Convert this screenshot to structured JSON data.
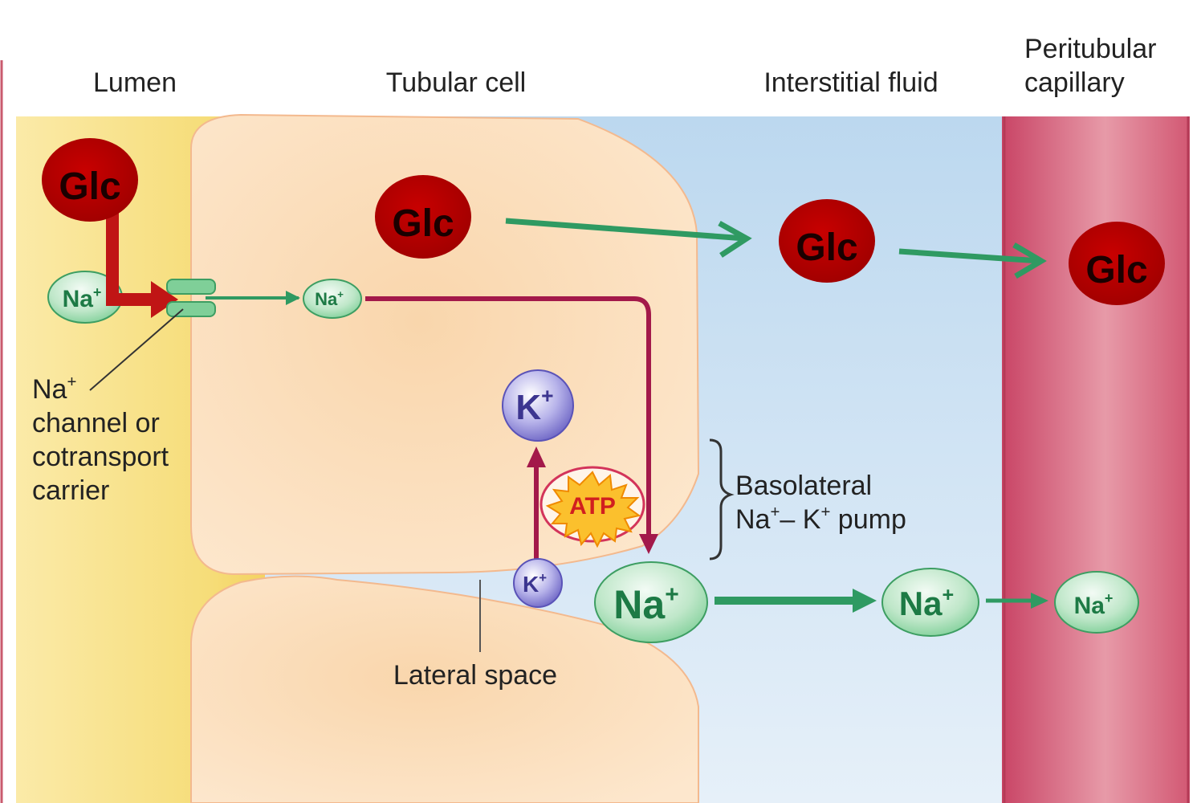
{
  "headers": {
    "lumen": "Lumen",
    "tubular_cell": "Tubular cell",
    "interstitial_fluid": "Interstitial fluid",
    "peritubular_line1": "Peritubular",
    "peritubular_line2": "capillary"
  },
  "labels": {
    "channel_line1": "Na",
    "channel_sup": "+",
    "channel_line2": "channel or",
    "channel_line3": "cotransport",
    "channel_line4": "carrier",
    "pump_line1": "Basolateral",
    "pump_line2_a": "Na",
    "pump_line2_sup1": "+",
    "pump_line2_b": "– K",
    "pump_line2_sup2": "+",
    "pump_line2_c": " pump",
    "lateral_space": "Lateral space"
  },
  "molecules": {
    "glc": "Glc",
    "na": "Na",
    "na_sup": "+",
    "k": "K",
    "k_sup": "+",
    "atp": "ATP"
  },
  "colors": {
    "lumen": "#f7e08a",
    "cell": "#fbe0bd",
    "interstitial": "#cfe3f3",
    "capillary": "#d9687e",
    "glucose": "#b10000",
    "sodium": "#c9ecd2",
    "potassium": "#8b86d3",
    "green_arrow": "#2f9a62",
    "red_arrow": "#c01515",
    "crimson_arrow": "#a3194a"
  }
}
